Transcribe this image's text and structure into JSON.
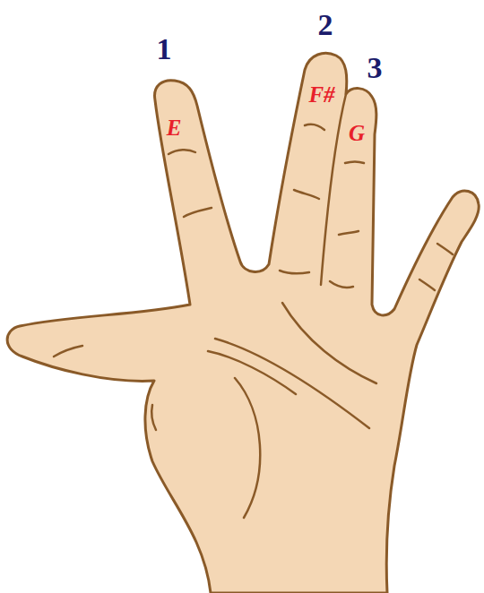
{
  "diagram": {
    "labels": [
      "1",
      "2",
      "3",
      "E",
      "F#",
      "G"
    ]
  }
}
